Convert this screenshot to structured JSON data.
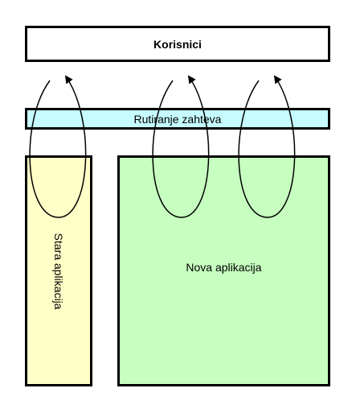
{
  "nodes": {
    "users": "Korisnici",
    "router": "Rutiranje zahteva",
    "old_app": "Stara aplikacija",
    "new_app": "Nova aplikacija"
  },
  "colors": {
    "users_fill": "#ffffff",
    "router_fill": "#c6fbff",
    "old_app_fill": "#ffffc8",
    "new_app_fill": "#c6ffc0",
    "stroke": "#000000"
  },
  "flows": [
    {
      "from": "users",
      "to": "old_app",
      "direction": "round-trip"
    },
    {
      "from": "users",
      "to": "new_app",
      "direction": "round-trip"
    },
    {
      "from": "users",
      "to": "new_app",
      "direction": "round-trip"
    }
  ]
}
